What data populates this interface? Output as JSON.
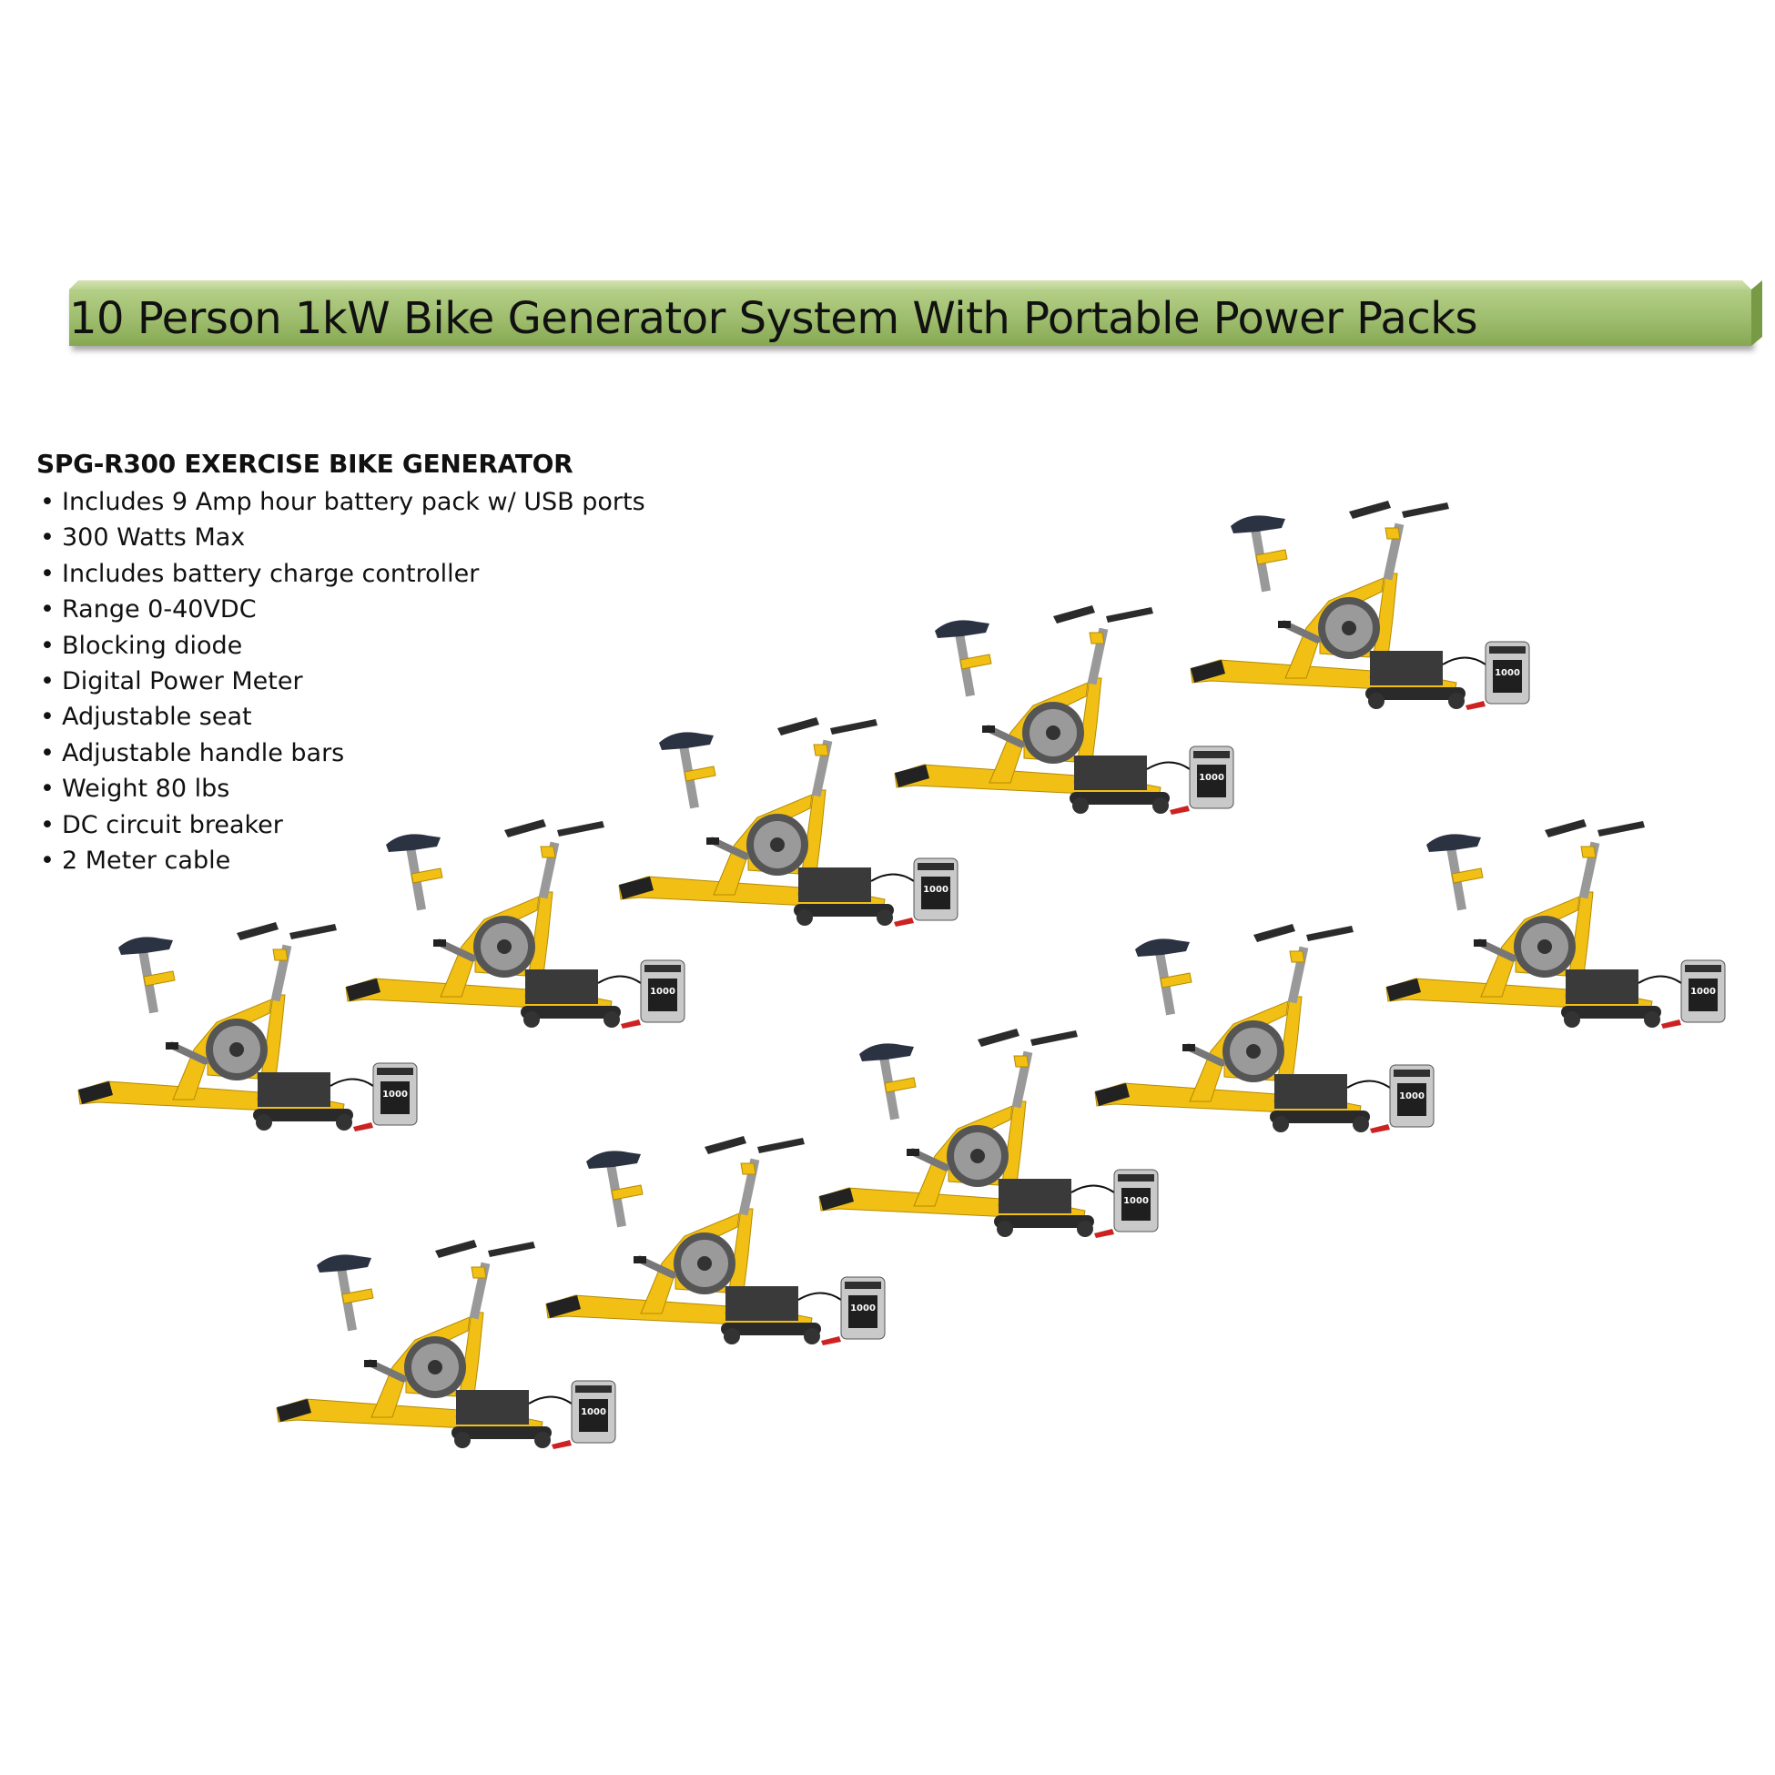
{
  "title": "10 Person 1kW Bike Generator System With Portable Power Packs",
  "specs": {
    "heading": "SPG-R300 EXERCISE BIKE GENERATOR",
    "items": [
      "Includes 9 Amp hour battery pack w/ USB ports",
      "300 Watts Max",
      "Includes battery charge controller",
      "Range 0-40VDC",
      "Blocking diode",
      "Digital Power Meter",
      "Adjustable seat",
      "Adjustable handle bars",
      "Weight 80 lbs",
      "DC circuit breaker",
      "2 Meter cable"
    ]
  },
  "power_pack_label": "1000",
  "colors": {
    "frame": "#f2c014",
    "banner": "#9dbc6c",
    "dark": "#222222"
  }
}
